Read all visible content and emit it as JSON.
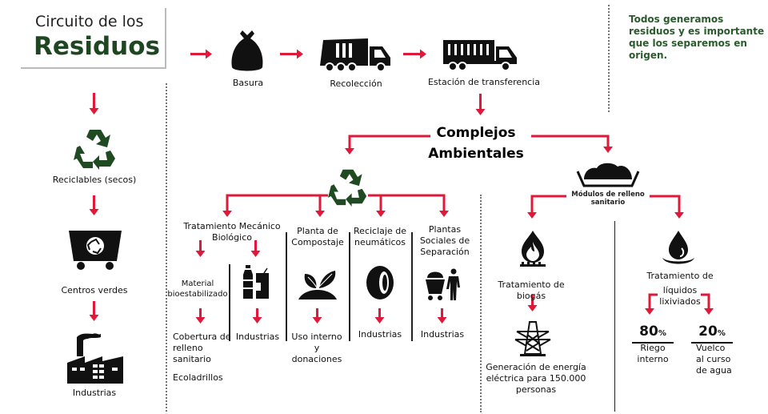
{
  "header": {
    "title_line1": "Circuito de los",
    "title_line2": "Residuos",
    "slogan": "Todos generamos residuos y es importante que los separemos en origen."
  },
  "colors": {
    "arrow": "#e0193a",
    "brand_green": "#1e4620",
    "recycle_green": "#1f4a22",
    "icon_black": "#111111"
  },
  "main_flow": [
    {
      "label": "Basura",
      "icon": "garbage-bag-icon"
    },
    {
      "label": "Recolección",
      "icon": "garbage-truck-icon"
    },
    {
      "label": "Estación de transferencia",
      "icon": "transfer-truck-icon"
    }
  ],
  "recyclables_flow": [
    {
      "label": "Reciclables (secos)",
      "icon": "recycle-icon"
    },
    {
      "label": "Centros verdes",
      "icon": "recycling-cart-icon"
    },
    {
      "label": "Industrias",
      "icon": "factory-icon"
    }
  ],
  "complejos": {
    "label_line1": "Complejos",
    "label_line2": "Ambientales"
  },
  "recycle_branch": {
    "columns": [
      {
        "label": "Tratamiento Mecánico Biológico",
        "sub": [
          {
            "label": "Material bioestabilizado",
            "outputs": [
              "Cobertura de relleno sanitario",
              "Ecoladrillos"
            ]
          },
          {
            "icon": "bottle-can-icon",
            "outputs": [
              "Industrias"
            ]
          }
        ]
      },
      {
        "label": "Planta de Compostaje",
        "icon": "sprout-icon",
        "outputs": [
          "Uso interno y donaciones"
        ]
      },
      {
        "label": "Reciclaje de neumáticos",
        "icon": "tire-icon",
        "outputs": [
          "Industrias"
        ]
      },
      {
        "label": "Plantas Sociales de Separación",
        "icon": "cart-person-icon",
        "outputs": [
          "Industrias"
        ]
      }
    ]
  },
  "landfill_branch": {
    "label": "Módulos de relleno sanitario",
    "biogas": {
      "label": "Tratamiento de biogás",
      "output": "Generación de energía eléctrica para 150.000 personas"
    },
    "leachate": {
      "label_line1": "Tratamiento de",
      "label_line2": "líquidos",
      "label_line3": "lixiviados",
      "splits": [
        {
          "value": "80",
          "unit": "%",
          "label_line1": "Riego",
          "label_line2": "interno"
        },
        {
          "value": "20",
          "unit": "%",
          "label_line1": "Vuelco",
          "label_line2": "al curso",
          "label_line3": "de agua"
        }
      ]
    }
  }
}
